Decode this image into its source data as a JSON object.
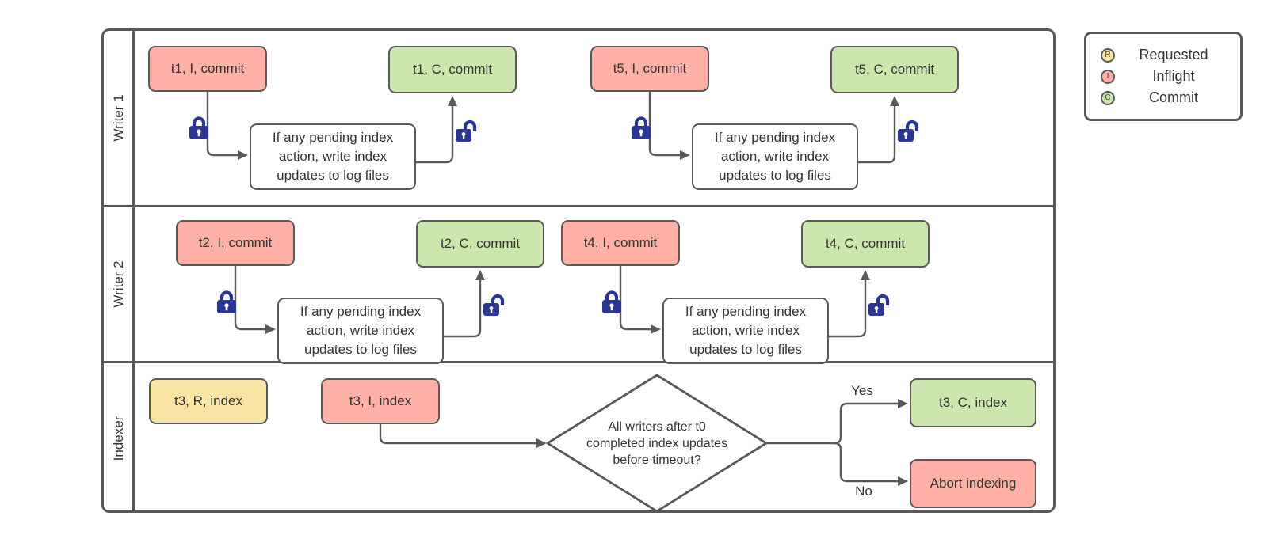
{
  "colors": {
    "red": "#ffb1a8",
    "green": "#cbe7ad",
    "yellow": "#f8e5a3",
    "stroke": "#595959",
    "lock": "#2b3594",
    "text": "#333333"
  },
  "lanes": [
    {
      "label": "Writer 1"
    },
    {
      "label": "Writer 2"
    },
    {
      "label": "Indexer"
    }
  ],
  "writer_groups": [
    {
      "lane": "Writer 1",
      "inflight": "t1, I, commit",
      "commit": "t1, C, commit",
      "process": "If any pending index action, write index updates to log files"
    },
    {
      "lane": "Writer 1",
      "inflight": "t5, I, commit",
      "commit": "t5, C, commit",
      "process": "If any pending index action, write index updates to log files"
    },
    {
      "lane": "Writer 2",
      "inflight": "t2, I, commit",
      "commit": "t2, C, commit",
      "process": "If any pending index action, write index updates to log files"
    },
    {
      "lane": "Writer 2",
      "inflight": "t4, I, commit",
      "commit": "t4, C, commit",
      "process": "If any pending index action, write index updates to log files"
    }
  ],
  "indexer": {
    "requested": "t3, R, index",
    "inflight": "t3, I, index",
    "decision": "All writers after t0 completed index updates before timeout?",
    "yes_label": "Yes",
    "no_label": "No",
    "commit": "t3, C, index",
    "abort": "Abort indexing"
  },
  "legend": {
    "items": [
      {
        "letter": "R",
        "label": "Requested",
        "color": "#f8e5a3"
      },
      {
        "letter": "I",
        "label": "Inflight",
        "color": "#ffb1a8"
      },
      {
        "letter": "C",
        "label": "Commit",
        "color": "#cbe7ad"
      }
    ]
  }
}
